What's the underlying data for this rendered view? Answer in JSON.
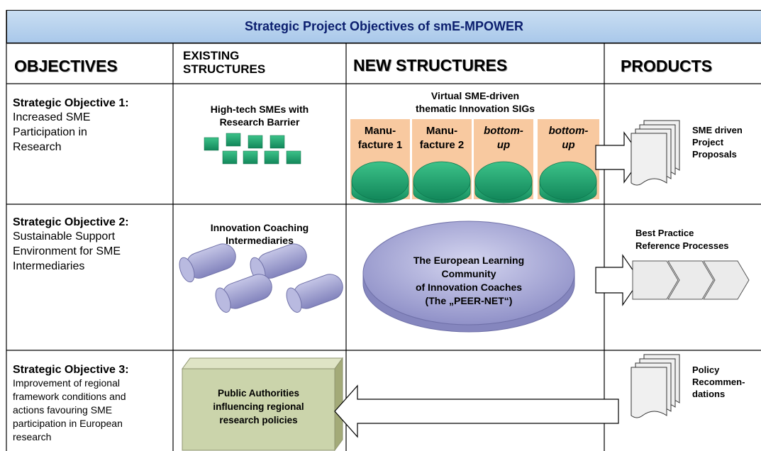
{
  "title": "Strategic Project Objectives of smE-MPOWER",
  "headers": {
    "objectives": "OBJECTIVES",
    "existing": [
      "EXISTING",
      "STRUCTURES"
    ],
    "new": "NEW STRUCTURES",
    "products": "PRODUCTS"
  },
  "row1": {
    "objective_title": "Strategic Objective 1:",
    "objective_lines": [
      "Increased SME",
      "Participation in",
      "Research"
    ],
    "existing_label": [
      "High-tech SMEs with",
      "Research Barrier"
    ],
    "new_label": [
      "Virtual SME-driven",
      "thematic Innovation SIGs"
    ],
    "sigs": [
      {
        "line1": "Manu-",
        "line2": "facture 1",
        "italic": false
      },
      {
        "line1": "Manu-",
        "line2": "facture 2",
        "italic": false
      },
      {
        "line1": "bottom-",
        "line2": "up",
        "italic": true
      },
      {
        "line1": "bottom-",
        "line2": "up",
        "italic": true
      }
    ],
    "product": [
      "SME driven",
      "Project",
      "Proposals"
    ]
  },
  "row2": {
    "objective_title": "Strategic Objective 2:",
    "objective_lines": [
      "Sustainable Support",
      "Environment for SME",
      "Intermediaries"
    ],
    "existing_label": [
      "Innovation Coaching",
      "Intermediaries"
    ],
    "new_label": [
      "The European Learning",
      "Community",
      "of Innovation Coaches",
      "(The „PEER-NET“)"
    ],
    "product": [
      "Best Practice",
      "Reference Processes"
    ]
  },
  "row3": {
    "objective_title": "Strategic Objective 3:",
    "objective_lines": [
      "Improvement of regional",
      "framework conditions and",
      "actions favouring SME",
      "participation in European",
      "research"
    ],
    "existing_label": [
      "Public Authorities",
      "influencing regional",
      "research policies"
    ],
    "product": [
      "Policy",
      "Recommen-",
      "dations"
    ]
  },
  "colors": {
    "title_bg": "#b7d3ef",
    "title_text": "#0b1e6e",
    "sig_bg": "#f8c9a0",
    "cube_green": "#1a9d66",
    "disc_green": "#23a870",
    "lavender": "#9c9dcd",
    "authority_box": "#cbd4ab"
  }
}
